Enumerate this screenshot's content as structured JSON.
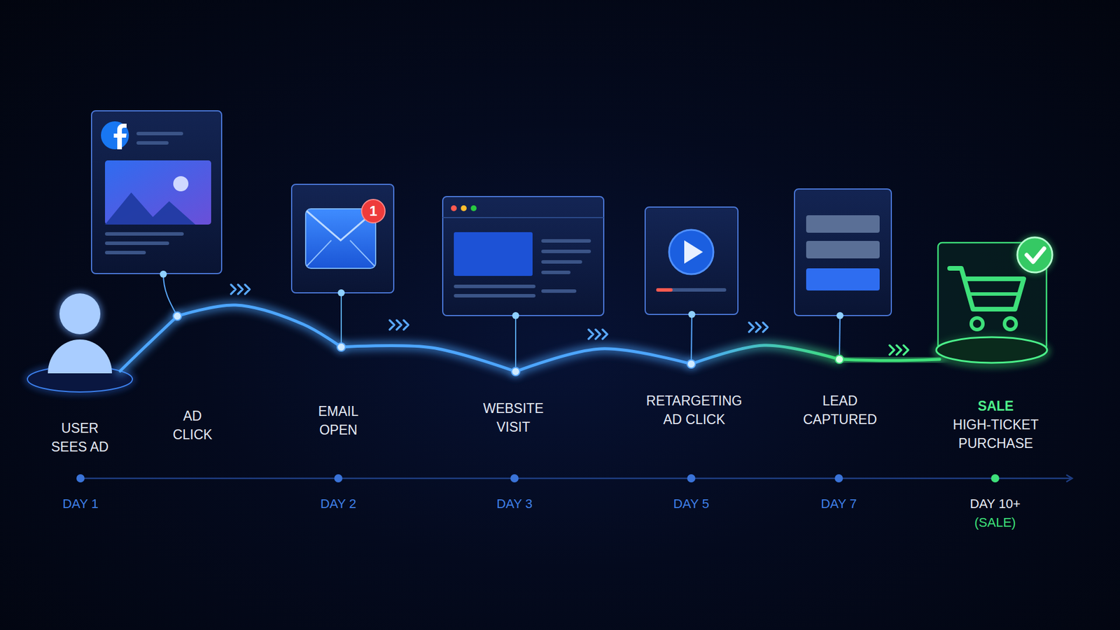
{
  "diagram": {
    "nodes": [
      {
        "text": [
          "USER SEES AD"
        ]
      },
      {
        "text": [
          "AD CLICK"
        ]
      },
      {
        "text": [
          "EMAIL OPEN"
        ]
      },
      {
        "text": [
          "WEBSITE VISIT"
        ]
      },
      {
        "text": [
          "RETARGETING AD CLICK"
        ]
      },
      {
        "text": [
          "LEAD CAPTURED"
        ]
      },
      {
        "text": [
          "SALE",
          "HIGH-TICKET PURCHASE"
        ]
      }
    ],
    "edges": [
      {
        "from": 0,
        "to": 1,
        "arrow": "none"
      },
      {
        "from": 1,
        "to": 2,
        "arrow": "none"
      },
      {
        "from": 2,
        "to": 3,
        "arrow": "none"
      },
      {
        "from": 3,
        "to": 4,
        "arrow": "none"
      },
      {
        "from": 4,
        "to": 5,
        "arrow": "none"
      },
      {
        "from": 5,
        "to": 6,
        "arrow": "none"
      }
    ],
    "labels": [
      "1",
      "DAY 1",
      "DAY 2",
      "DAY 3",
      "DAY 5",
      "DAY 7",
      "DAY 10+",
      "(SALE)"
    ]
  }
}
